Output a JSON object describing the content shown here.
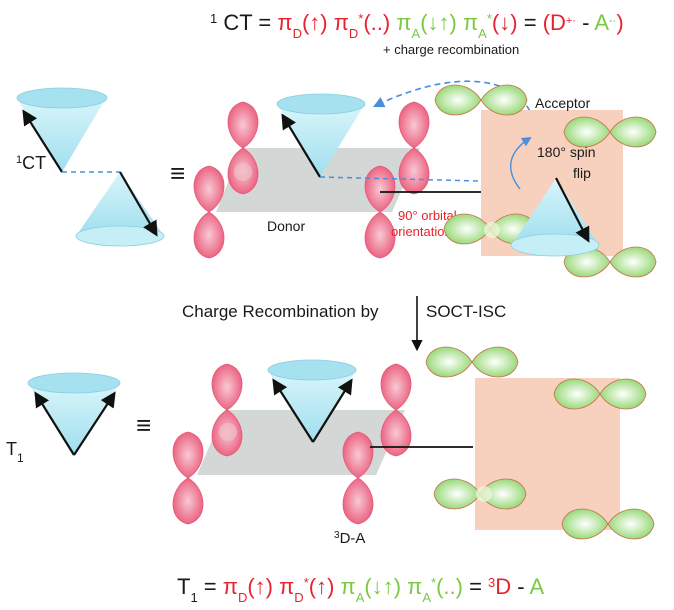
{
  "top_equation": {
    "lhs_pre": "1",
    "lhs": "CT = ",
    "t1": "π",
    "t1_sub": "D",
    "t1_arg": "(↑) ",
    "t2": "π",
    "t2_sub": "D",
    "t2_sup": "*",
    "t2_arg": "(..) ",
    "t3": "π",
    "t3_sub": "A",
    "t3_arg": "(↓↑) ",
    "t4": "π",
    "t4_sub": "A",
    "t4_sup": "*",
    "t4_arg": "(↓)",
    "eq": " = ",
    "d_open": "(D",
    "d_sup": "+·",
    "dash": " - ",
    "a": "A",
    "a_sup": "-·",
    "a_close": ")"
  },
  "bottom_equation": {
    "lhs": "T",
    "lhs_sub": "1",
    "lhs_eq": " = ",
    "t1": "π",
    "t1_sub": "D",
    "t1_arg": "(↑) ",
    "t2": "π",
    "t2_sub": "D",
    "t2_sup": "*",
    "t2_arg": "(↑) ",
    "t3": "π",
    "t3_sub": "A",
    "t3_arg": "(↓↑) ",
    "t4": "π",
    "t4_sub": "A",
    "t4_sup": "*",
    "t4_arg": "(..)",
    "eq": " = ",
    "rhs_pre": "3",
    "rhs_d": "D",
    "dash": " - ",
    "rhs_a": "A"
  },
  "labels": {
    "charge_recombination": "+ charge recombination",
    "acceptor": "Acceptor",
    "spin_flip_line1": "180° spin",
    "spin_flip_line2": "flip",
    "orbital_line1": "90° orbital",
    "orbital_line2": "orientation",
    "donor": "Donor",
    "singlet_sup": "1",
    "singlet": "CT",
    "equiv": "≡",
    "process_left": "Charge Recombination by",
    "process_right": "SOCT-ISC",
    "triplet": "T",
    "triplet_sub": "1",
    "triplet_da_sup": "3",
    "triplet_da": "D-A"
  },
  "colors": {
    "red": "#e8222e",
    "green": "#7ac943",
    "blue_arrow": "#4a8fdc",
    "cone_fill": "#b7e9f2",
    "acceptor_square": "#f7d1bd",
    "donor_plane": "#d3d7d6"
  }
}
